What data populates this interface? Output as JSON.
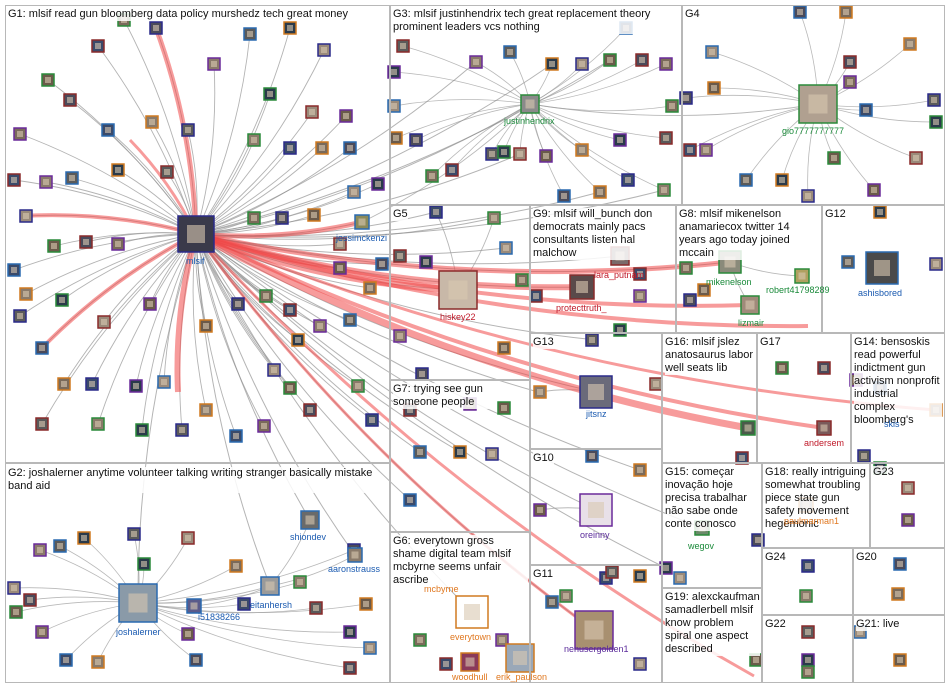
{
  "colors": {
    "edge_gray": "#9a9a9a",
    "edge_red": "#f04848",
    "box_border": "#b8b8b8",
    "label_blue": "#1a5ab0",
    "label_green": "#1a8a3a",
    "label_red": "#c01a2a",
    "label_orange": "#e07820",
    "label_purple": "#5a2a9a"
  },
  "groups": [
    {
      "id": "g1",
      "label": "G1: mlsif read gun bloomberg data policy murshedz tech great money"
    },
    {
      "id": "g2",
      "label": "G2: joshalerner anytime volunteer talking writing stranger basically mistake band aid"
    },
    {
      "id": "g3",
      "label": "G3: mlsif justinhendrix tech great replacement theory prominent leaders vcs nothing"
    },
    {
      "id": "g4",
      "label": "G4"
    },
    {
      "id": "g5",
      "label": "G5"
    },
    {
      "id": "g6",
      "label": "G6: everytown gross shame digital team mlsif mcbyrne seems unfair ascribe"
    },
    {
      "id": "g7",
      "label": "G7: trying see gun someone people"
    },
    {
      "id": "g8",
      "label": "G8: mlsif mikenelson anamariecox twitter 14 years ago today joined mccain"
    },
    {
      "id": "g9",
      "label": "G9: mlsif will_bunch don democrats mainly pacs consultants listen hal malchow"
    },
    {
      "id": "g10",
      "label": "G10"
    },
    {
      "id": "g11",
      "label": "G11"
    },
    {
      "id": "g12",
      "label": "G12"
    },
    {
      "id": "g13",
      "label": "G13"
    },
    {
      "id": "g14",
      "label": "G14: bensoskis read powerful indictment gun activism nonprofit industrial complex bloomberg's"
    },
    {
      "id": "g15",
      "label": "G15: começar inovação hoje precisa trabalhar não sabe onde conte conosco"
    },
    {
      "id": "g16",
      "label": "G16: mlsif jslez anatosaurus labor well seats lib"
    },
    {
      "id": "g17",
      "label": "G17"
    },
    {
      "id": "g18",
      "label": "G18: really intriguing somewhat troubling piece state gun safety movement hegemonic"
    },
    {
      "id": "g19",
      "label": "G19: alexckaufman samadlerbell mlsif know problem spiral one aspect described"
    },
    {
      "id": "g20",
      "label": "G20"
    },
    {
      "id": "g21",
      "label": "G21: live"
    },
    {
      "id": "g22",
      "label": "G22"
    },
    {
      "id": "g23",
      "label": "G23"
    },
    {
      "id": "g24",
      "label": "G24"
    }
  ],
  "node_labels": [
    {
      "id": "mlsif",
      "text": "mlsif",
      "color": "#1a5ab0"
    },
    {
      "id": "jessimckenzie",
      "text": "jessimckenzi",
      "color": "#1a5ab0"
    },
    {
      "id": "justinhendrix",
      "text": "justinhendrix",
      "color": "#1a8a3a"
    },
    {
      "id": "gio",
      "text": "gio7777777777",
      "color": "#1a8a3a"
    },
    {
      "id": "hiskey22",
      "text": "hiskey22",
      "color": "#c01a2a"
    },
    {
      "id": "lara_putnam",
      "text": "lara_putnam",
      "color": "#c01a2a"
    },
    {
      "id": "protecttruth",
      "text": "protecttruth_",
      "color": "#c01a2a"
    },
    {
      "id": "mikenelson",
      "text": "mikenelson",
      "color": "#1a8a3a"
    },
    {
      "id": "robert",
      "text": "robert41798289",
      "color": "#1a8a3a"
    },
    {
      "id": "lizmair",
      "text": "lizmair",
      "color": "#1a8a3a"
    },
    {
      "id": "ashisbored",
      "text": "ashisbored",
      "color": "#1a5ab0"
    },
    {
      "id": "jitsnz",
      "text": "jitsnz",
      "color": "#1a5ab0"
    },
    {
      "id": "andersem",
      "text": "andersem",
      "color": "#c01a2a"
    },
    {
      "id": "oreinny",
      "text": "oreinny",
      "color": "#5a2a9a"
    },
    {
      "id": "wegov",
      "text": "wegov",
      "color": "#1a8a3a"
    },
    {
      "id": "paulmaurman",
      "text": "paulmarman1",
      "color": "#e07820"
    },
    {
      "id": "shiondev",
      "text": "shiondev",
      "color": "#1a5ab0"
    },
    {
      "id": "aaronstrauss",
      "text": "aaronstrauss",
      "color": "#1a5ab0"
    },
    {
      "id": "eitanhersh",
      "text": "eitanhersh",
      "color": "#1a5ab0"
    },
    {
      "id": "i51838266",
      "text": "i51838266",
      "color": "#1a5ab0"
    },
    {
      "id": "joshalerner",
      "text": "joshalerner",
      "color": "#1a5ab0"
    },
    {
      "id": "mcbyrne",
      "text": "mcbyrne",
      "color": "#e07820"
    },
    {
      "id": "everytown",
      "text": "everytown",
      "color": "#e07820"
    },
    {
      "id": "woodhull",
      "text": "woodhull",
      "color": "#e07820"
    },
    {
      "id": "erik_paulson",
      "text": "erik_paulson",
      "color": "#e07820"
    },
    {
      "id": "nenusergolden1",
      "text": "nenusergolden1",
      "color": "#5a2a9a"
    },
    {
      "id": "bensoskis",
      "text": "skis",
      "color": "#1a5ab0"
    }
  ]
}
